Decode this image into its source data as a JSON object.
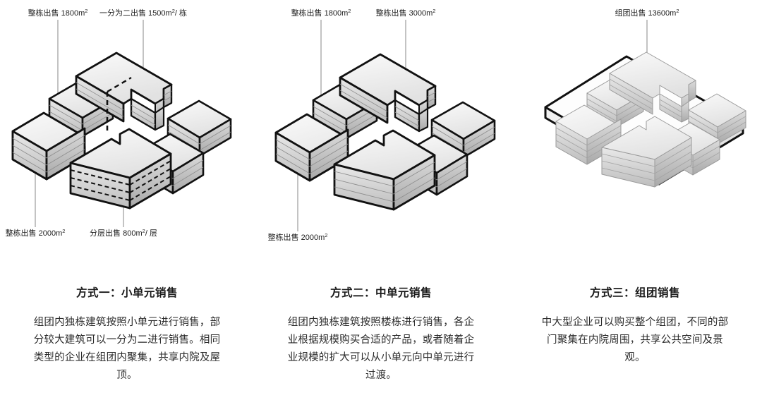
{
  "figure": {
    "title_hidden": "三种销售方式示意图",
    "background_color": "#ffffff",
    "ink_color": "#1d1d1d",
    "roof_color": "#eeeeee",
    "slab_color": "#c9c9c9"
  },
  "panels": [
    {
      "id": "panel-1",
      "caption_title": "方式一：小单元销售",
      "caption_body": "组团内独栋建筑按照小单元进行销售，部分较大建筑可以一分为二进行销售。相同类型的企业在组团内聚集，共享内院及屋顶。",
      "callouts": [
        {
          "id": "callout-top-left",
          "text_main": "整栋出售 1800",
          "unit": "m",
          "sup": "2",
          "suffix": ""
        },
        {
          "id": "callout-top-right",
          "text_main": "一分为二出售 1500",
          "unit": "m",
          "sup": "2",
          "suffix": "/ 栋"
        },
        {
          "id": "callout-bottom-left",
          "text_main": "整栋出售 2000",
          "unit": "m",
          "sup": "2",
          "suffix": ""
        },
        {
          "id": "callout-bottom-right",
          "text_main": "分层出售 800",
          "unit": "m",
          "sup": "2",
          "suffix": "/ 层"
        }
      ]
    },
    {
      "id": "panel-2",
      "caption_title": "方式二：中单元销售",
      "caption_body": "组团内独栋建筑按照楼栋进行销售，各企业根据规模购买合适的产品，或者随着企业规模的扩大可以从小单元向中单元进行过渡。",
      "callouts": [
        {
          "id": "callout-top-left",
          "text_main": "整栋出售 1800",
          "unit": "m",
          "sup": "2",
          "suffix": ""
        },
        {
          "id": "callout-top-right",
          "text_main": "整栋出售 3000",
          "unit": "m",
          "sup": "2",
          "suffix": ""
        },
        {
          "id": "callout-bottom-left",
          "text_main": "整栋出售 2000",
          "unit": "m",
          "sup": "2",
          "suffix": ""
        }
      ]
    },
    {
      "id": "panel-3",
      "caption_title": "方式三：组团销售",
      "caption_body": "中大型企业可以购买整个组团，不同的部门聚集在内院周围，共享公共空间及景观。",
      "callouts": [
        {
          "id": "callout-top",
          "text_main": "组团出售 13600",
          "unit": "m",
          "sup": "2",
          "suffix": ""
        }
      ]
    }
  ]
}
